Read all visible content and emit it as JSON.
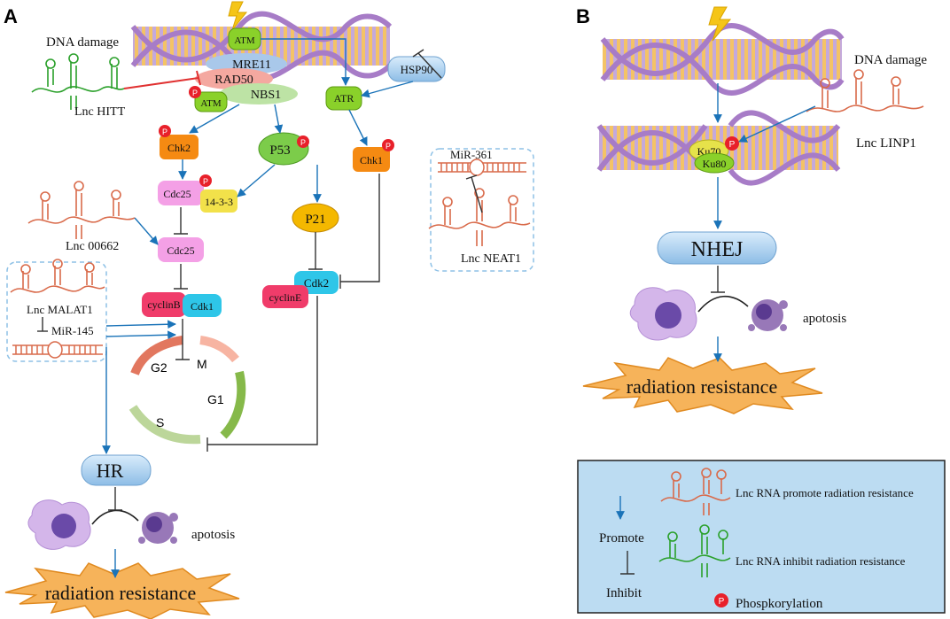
{
  "panels": {
    "a": "A",
    "b": "B"
  },
  "colors": {
    "promote_arrow": "#1a73b8",
    "inhibit": "#333333",
    "red_inhibit": "#e03030",
    "lnc_promote": "#d96a4a",
    "lnc_inhibit": "#2aa02a",
    "phospho": "#e8202a",
    "legend_bg": "#bcdcf2",
    "burst": "#f6b35a"
  },
  "panel_a": {
    "dna_damage": "DNA damage",
    "atm_top": "ATM",
    "mre11": "MRE11",
    "rad50": "RAD50",
    "nbs1": "NBS1",
    "atm_p": "ATM",
    "lnc_hitt": "Lnc HITT",
    "hsp90": "HSP90",
    "atr": "ATR",
    "chk2": "Chk2",
    "p53": "P53",
    "chk1": "Chk1",
    "mir361": "MiR-361",
    "lnc_neat1": "Lnc NEAT1",
    "cdc25_p": "Cdc25",
    "p1433": "14-3-3",
    "p21": "P21",
    "lnc00662": "Lnc 00662",
    "cdc25": "Cdc25",
    "cdk2": "Cdk2",
    "cycline": "cyclinE",
    "cyclinb": "cyclinB",
    "cdk1": "Cdk1",
    "lnc_malat1": "Lnc MALAT1",
    "mir145": "MiR-145",
    "phases": {
      "g2": "G2",
      "m": "M",
      "g1": "G1",
      "s": "S"
    },
    "hr": "HR",
    "apoptosis": "apotosis",
    "radiation_resistance": "radiation resistance",
    "p_symbol": "P"
  },
  "panel_b": {
    "dna_damage": "DNA damage",
    "lnc_linp1": "Lnc LINP1",
    "ku70": "Ku70",
    "ku80": "Ku80",
    "nhej": "NHEJ",
    "apoptosis": "apotosis",
    "radiation_resistance": "radiation resistance"
  },
  "legend": {
    "promote": "Promote",
    "inhibit": "Inhibit",
    "lnc_promote": "Lnc RNA promote radiation resistance",
    "lnc_inhibit": "Lnc RNA inhibit radiation resistance",
    "phospho": "Phospkorylation",
    "p_symbol": "P"
  }
}
